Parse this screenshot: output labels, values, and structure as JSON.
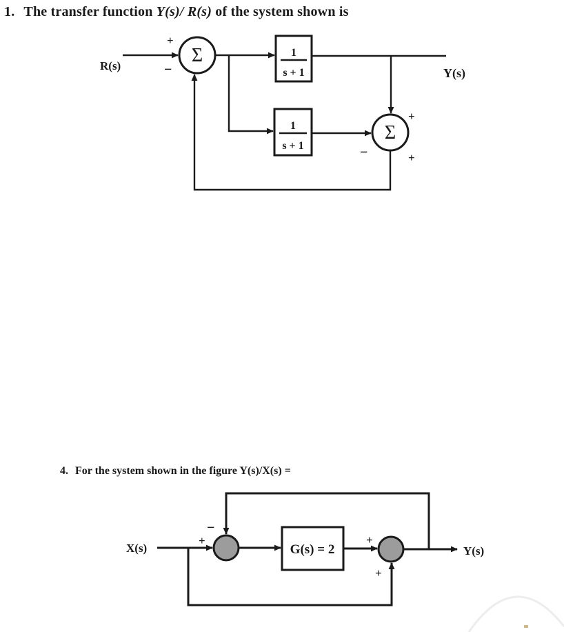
{
  "problem1": {
    "number": "1.",
    "title": {
      "prefix": "The transfer function ",
      "math": "Y(s)/ R(s)",
      "suffix": " of the system shown is"
    },
    "input_label": "R(s)",
    "output_label": "Y(s)",
    "summer1": {
      "symbol": "Σ",
      "top_sign": "+",
      "bottom_sign": "−"
    },
    "summer2": {
      "symbol": "Σ",
      "top_right_sign": "+",
      "left_sign": "−",
      "bottom_right_sign": "+"
    },
    "block_top": {
      "numerator": "1",
      "denominator": "s + 1"
    },
    "block_bottom": {
      "numerator": "1",
      "denominator": "s + 1"
    }
  },
  "problem4": {
    "number": "4.",
    "title": "For the system shown in the figure Y(s)/X(s) =",
    "input_label": "X(s)",
    "output_label": "Y(s)",
    "gain_label": "G(s) = 2",
    "summer1": {
      "input_sign": "+",
      "top_sign": "−"
    },
    "summer2": {
      "input_sign": "+",
      "bottom_sign": "+"
    }
  },
  "colors": {
    "ink": "#1a1a1a",
    "summer_fill": "#9c9c9c",
    "paper": "#ffffff",
    "watermark": "#ededed"
  }
}
